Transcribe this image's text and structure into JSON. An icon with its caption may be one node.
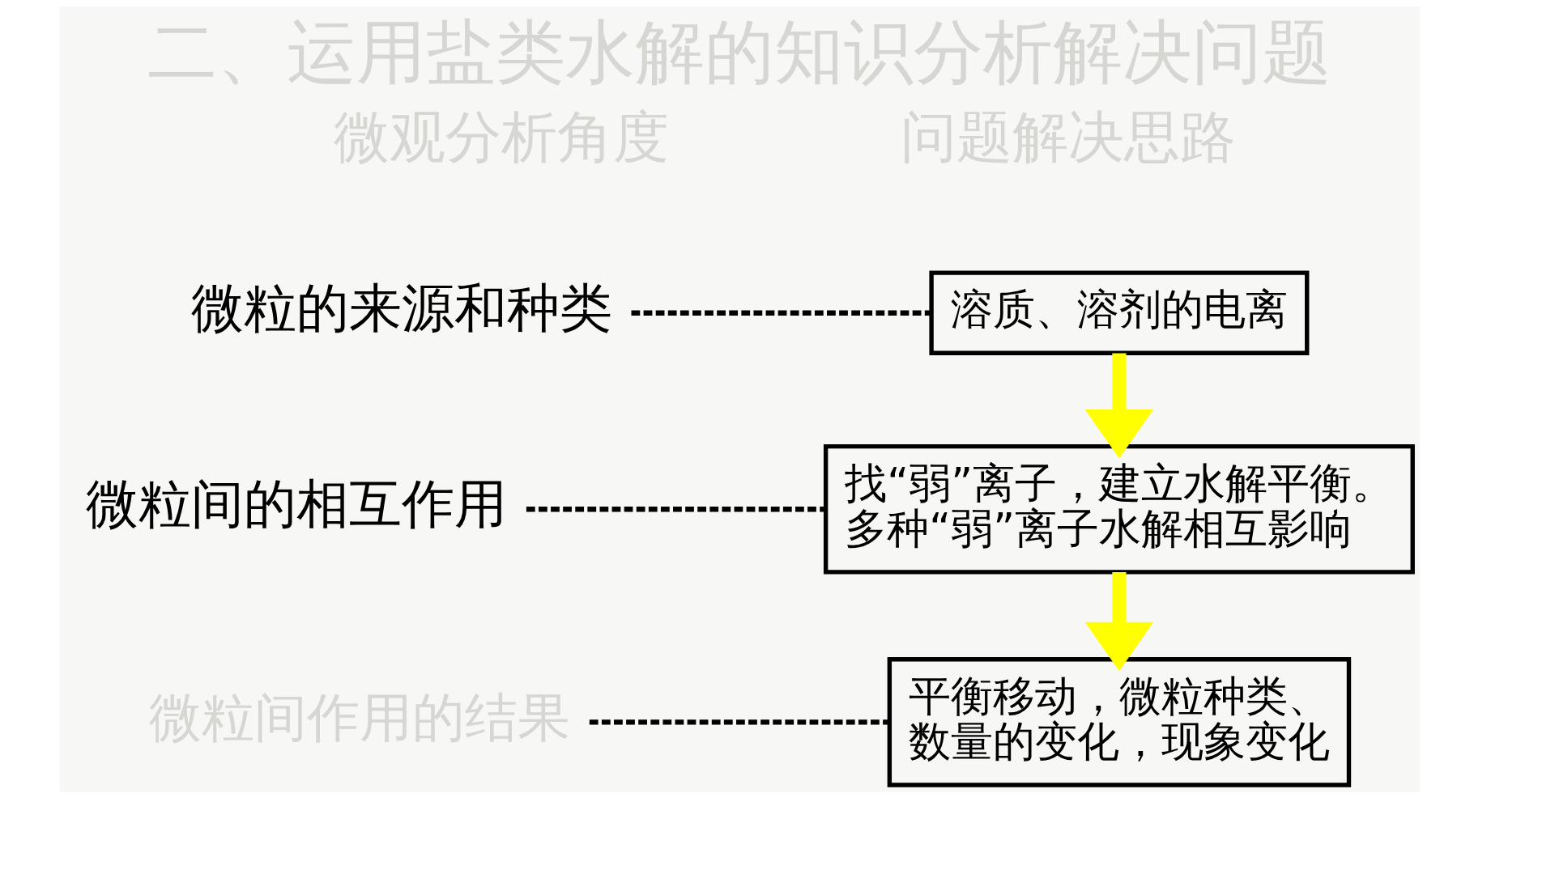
{
  "diagram": {
    "title": "二、运用盐类水解的知识分析解决问题",
    "nodes": [
      {
        "text": [
          "微粒的来源和种类"
        ]
      },
      {
        "text": [
          "溶质、溶剂的电离"
        ]
      },
      {
        "text": [
          "微粒间的相互作用"
        ]
      },
      {
        "text": [
          "找“弱”离子，建立水解平衡。多种“弱”离子水解相互影响"
        ]
      },
      {
        "text": [
          "微粒间作用的结果"
        ]
      },
      {
        "text": [
          "平衡移动，微粒种类、数量的变化，现象变化"
        ]
      }
    ],
    "edges": [
      {
        "from": 0,
        "to": 1,
        "arrow": "none",
        "style": "dashed"
      },
      {
        "from": 1,
        "to": 3,
        "arrow": "to",
        "style": "thick",
        "color": "#ffff00"
      },
      {
        "from": 2,
        "to": 3,
        "arrow": "none",
        "style": "dashed"
      },
      {
        "from": 3,
        "to": 5,
        "arrow": "to",
        "style": "thick",
        "color": "#ffff00"
      },
      {
        "from": 4,
        "to": 5,
        "arrow": "none",
        "style": "dashed"
      }
    ],
    "labels": [
      "微观分析角度",
      "问题解决思路"
    ]
  }
}
